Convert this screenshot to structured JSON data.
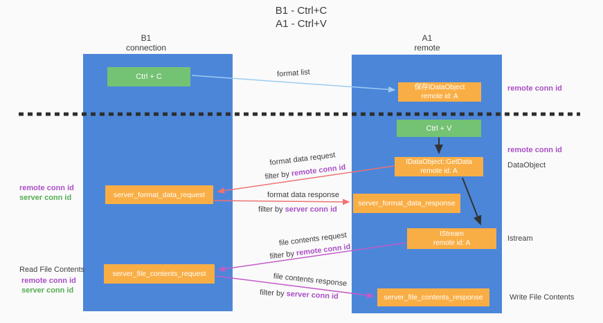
{
  "title": {
    "line1": "B1 - Ctrl+C",
    "line2": "A1 - Ctrl+V"
  },
  "columns": {
    "left": {
      "name": "B1",
      "subtitle": "connection"
    },
    "right": {
      "name": "A1",
      "subtitle": "remote"
    }
  },
  "nodes": {
    "ctrl_c": {
      "label": "Ctrl + C"
    },
    "ctrl_v": {
      "label": "Ctrl + V"
    },
    "save_idataobject": {
      "line1": "保存IDataObject",
      "line2": "remote id: A"
    },
    "idataobject_getdata": {
      "line1": "IDataObject::GetData",
      "line2": "remote id: A"
    },
    "istream": {
      "line1": "IStream",
      "line2": "remote id: A"
    },
    "server_format_data_request": {
      "label": "server_format_data_request"
    },
    "server_format_data_response": {
      "label": "server_format_data_response"
    },
    "server_file_contents_request": {
      "label": "server_file_contents_request"
    },
    "server_file_contents_response": {
      "label": "server_file_contents_response"
    }
  },
  "labels": {
    "remote_conn_id": "remote conn id",
    "server_conn_id": "server conn id",
    "dataobject": "DataObject",
    "istream": "Istream",
    "read_file_contents": "Read File Contents",
    "write_file_contents": "Write File Contents",
    "filter_by": "filter by",
    "format_list": "format list",
    "format_data_request": "format data request",
    "format_data_response": "format data response",
    "file_contents_request": "file contents request",
    "file_contents_response": "file contents response"
  },
  "colors": {
    "lane_blue": "#4C86D9",
    "box_orange": "#F9AE45",
    "box_green": "#74C274",
    "label_purple": "#A94FC5",
    "label_green": "#55AD55",
    "arrow_lightblue": "#9CCCF0",
    "arrow_red": "#EE7272",
    "arrow_magenta": "#C35BC8",
    "arrow_black": "#333333",
    "dashed_line": "#2D2D2D"
  }
}
